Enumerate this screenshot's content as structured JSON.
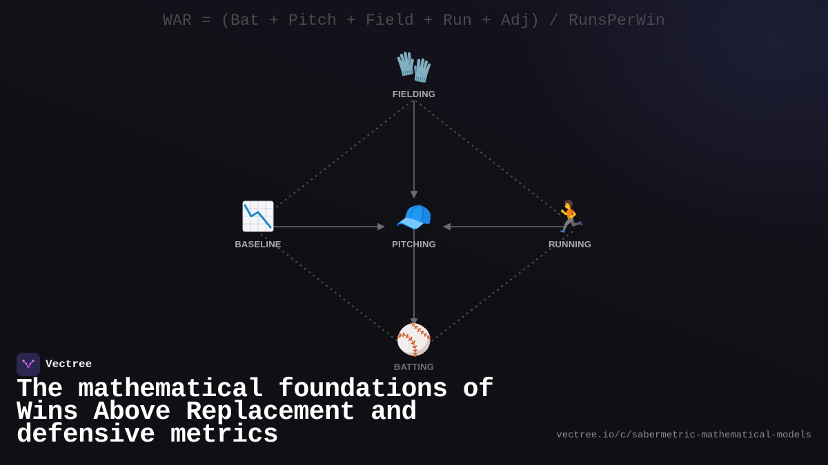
{
  "formula": "WAR = (Bat + Pitch + Field + Run + Adj) / RunsPerWin",
  "nodes": {
    "fielding": {
      "label": "FIELDING",
      "glyph": "🧤",
      "icon": "glove-icon"
    },
    "baseline": {
      "label": "BASELINE",
      "glyph": "📉",
      "icon": "chart-decreasing-icon"
    },
    "pitching": {
      "label": "PITCHING",
      "glyph": "🧢",
      "icon": "cap-icon"
    },
    "running": {
      "label": "RUNNING",
      "glyph": "🏃",
      "icon": "runner-icon"
    },
    "batting": {
      "label": "BATTING",
      "glyph": "⚾",
      "icon": "baseball-icon"
    }
  },
  "edges": [
    {
      "from": "fielding",
      "to": "pitching",
      "style": "solid-arrow"
    },
    {
      "from": "baseline",
      "to": "pitching",
      "style": "solid-arrow"
    },
    {
      "from": "running",
      "to": "pitching",
      "style": "solid-arrow"
    },
    {
      "from": "pitching",
      "to": "batting",
      "style": "solid-arrow"
    },
    {
      "from": "fielding",
      "to": "baseline",
      "style": "dotted"
    },
    {
      "from": "fielding",
      "to": "running",
      "style": "dotted"
    },
    {
      "from": "baseline",
      "to": "batting",
      "style": "dotted"
    },
    {
      "from": "running",
      "to": "batting",
      "style": "dotted"
    }
  ],
  "brand": {
    "name": "Vectree"
  },
  "headline": "The mathematical foundations of Wins Above Replacement and defensive metrics",
  "url": "vectree.io/c/sabermetric-mathematical-models",
  "colors": {
    "background": "#100f14",
    "edge": "#6b6b70",
    "dotted_edge": "#4e4e54",
    "label": "#a9a8ae",
    "brand_logo": "#2a2650",
    "brand_accent": "#b04bd6"
  }
}
